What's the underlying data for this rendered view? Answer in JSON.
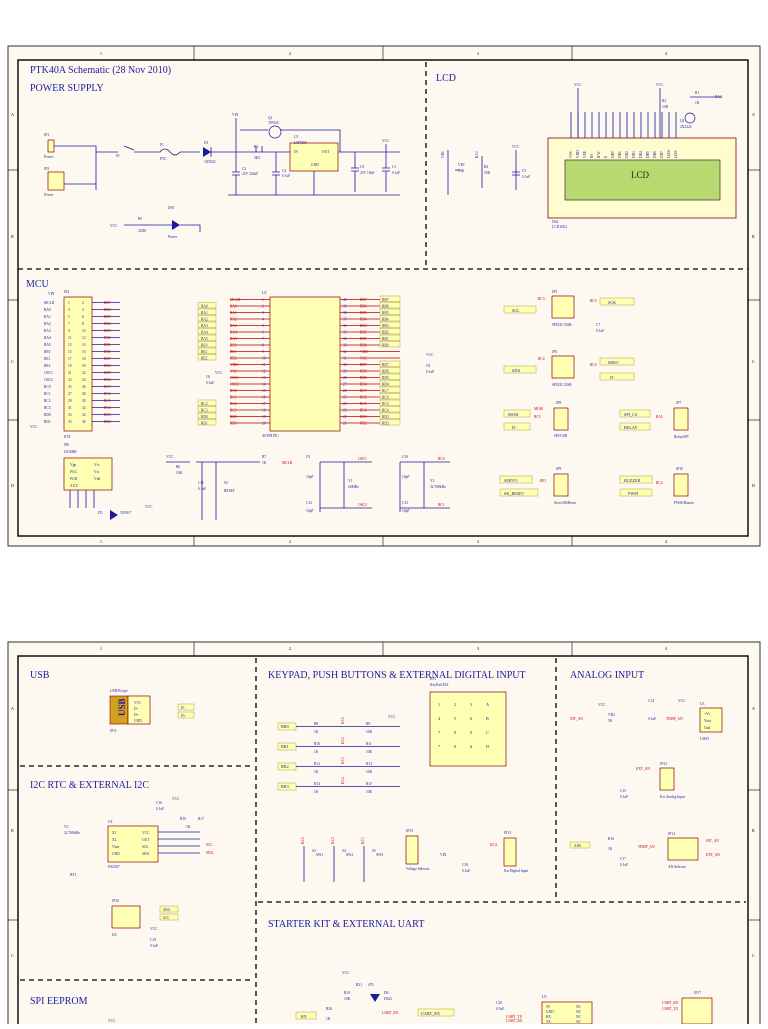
{
  "sheet1": {
    "title": "PTK40A Schematic (28 Nov 2010)",
    "sections": {
      "power_supply": "POWER SUPPLY",
      "lcd": "LCD",
      "mcu": "MCU"
    },
    "power_parts": {
      "jp1": "JP1",
      "jp1_sub": "Power",
      "jp2": "JP2",
      "jp2_sub": "Power",
      "s1": "S1",
      "f1": "F1",
      "f1_sub": "PTC",
      "d1": "D1",
      "d1_sub": "1N5822",
      "q1": "Q1",
      "q1_sub": "TIP42C",
      "r3": "R3",
      "r3_sub": "3K3",
      "u1": "U1",
      "u1_sub": "LM7805",
      "u1_in": "IN",
      "u1_out": "OUT",
      "u1_gnd": "GND",
      "c2": "C2",
      "c2_sub": "25V 220uF",
      "c4": "C4",
      "c4_sub": "0.1uF",
      "c3": "C3",
      "c3_sub": "25V 10uF",
      "c1": "C1",
      "c1_sub": "0.1uF",
      "vin": "VIN",
      "vcc": "VCC",
      "r5": "R5",
      "r5_sub": "220R",
      "ds1": "DS1",
      "ds1_sub": "Power"
    },
    "lcd_parts": {
      "vr1": "VR1",
      "vr1_sub": "10K",
      "ra3": "RA3",
      "r4": "R4",
      "r4_sub": "10K",
      "c5": "C5",
      "c5_sub": "0.1uF",
      "r2": "R2",
      "r2_sub": "10R",
      "r1": "R1",
      "r1_sub": "1K",
      "q2": "Q2",
      "q2_sub": "2N2222",
      "ds2": "DS2",
      "ds2_sub": "LCD16X2",
      "lcd_text": "LCD",
      "pins": [
        "VSS",
        "VDD",
        "VEE",
        "RS",
        "R/W",
        "E",
        "DB0",
        "DB1",
        "DB2",
        "DB3",
        "DB4",
        "DB5",
        "DB6",
        "DB7",
        "LED+",
        "LED-"
      ]
    },
    "mcu_parts": {
      "jp4": "JP4",
      "jp4_sub": "EXT",
      "u2": "U2",
      "u2_sub": "40 PIN PIC",
      "jp6": "JP6",
      "jp6_sub": "LK300B",
      "r6": "R6",
      "r6_sub": "10K",
      "r7": "R7",
      "r7_sub": "1K",
      "c6": "C6",
      "c6_sub": "0.1uF",
      "c11": "C11",
      "c11_sub": "0.1uF",
      "s2": "S2",
      "s2_sub": "RESET",
      "c9": "C9",
      "c9_sub": "10pF",
      "y1": "Y1",
      "y1_sub": "20MHz",
      "c12": "C12",
      "c12_sub": "10pF",
      "c10": "C10",
      "c10_sub": "10pF",
      "y2": "Y2",
      "y2_sub": "32.768kHz",
      "c13": "C13",
      "c13_sub": "10pF",
      "c8": "C8",
      "c8_sub": "0.1uF",
      "d5": "D5",
      "d5_sub": "1N5817",
      "osc1": "OSC1",
      "osc2": "OSC2",
      "rc0": "RC0",
      "rc1": "RC1",
      "mclr": "MCLR",
      "pic_left": [
        "MCLR",
        "RA0",
        "RA1",
        "RA2",
        "RA3",
        "RA4",
        "RA5",
        "RE0",
        "RE1",
        "RE2",
        "VDD",
        "VSS",
        "OSC1",
        "OSC2",
        "RC0",
        "RC1",
        "RC2",
        "RC3",
        "RD0",
        "RD1"
      ],
      "pic_right": [
        "RB7",
        "RB6",
        "RB5",
        "RB4",
        "RB3",
        "RB2",
        "RB1",
        "RB0",
        "VDD",
        "VSS",
        "RD7",
        "RD6",
        "RD5",
        "RD4",
        "RC7",
        "RC6",
        "RC5",
        "RC4",
        "RD3",
        "RD2"
      ],
      "jp4_rows": [
        "MCLR",
        "RA0",
        "RA1",
        "RA2",
        "RA3",
        "RA4",
        "RA5",
        "RE0",
        "RE1",
        "RE2",
        "OSC1",
        "OSC2",
        "RC0",
        "RC1",
        "RC2",
        "RC3",
        "RD0",
        "RD1"
      ],
      "jp4_right": [
        "RB7",
        "RB6",
        "RB5",
        "RB4",
        "RB3",
        "RB2",
        "RB1",
        "RB0",
        "RD7",
        "RD6",
        "RD5",
        "RD4",
        "RC7",
        "RC6",
        "RC5",
        "RC4",
        "RD3",
        "RD2"
      ],
      "lk300b_pins": [
        "Vpp",
        "PGC",
        "PGD",
        "AUX"
      ],
      "lk300b_right": [
        "Vcc",
        "Vss",
        "Vdd"
      ],
      "jp3": "JP3",
      "jp3_sub": "SPI/I2C/USB",
      "sck": "SCK",
      "scl": "SCL",
      "rc3": "RC3",
      "c7": "C7",
      "c7_sub": "0.1uF",
      "jp5": "JP5",
      "jp5_sub": "SPI/I2C/USB",
      "miso": "MISO",
      "sda": "SDA",
      "rc4": "RC4",
      "dminus": "D-",
      "jp8": "JP8",
      "jp8_sub": "SPI/USB",
      "mosi": "MOSI",
      "rc5": "RC5",
      "dm2": "D-",
      "jp7": "JP7",
      "jp7_sub": "Relay/SPI",
      "spi_cs": "SPI_CS",
      "relay": "RELAY",
      "ra5": "RA5",
      "jp9": "JP9",
      "jp9_sub": "Servo/SKReset",
      "servo": "SERVO",
      "sk_reset": "SK_RESET",
      "re1": "RE1",
      "jp10": "JP10",
      "jp10_sub": "PWM/Buzzer",
      "buzzer": "BUZZER",
      "pwm": "PWM",
      "rc2": "RC2"
    }
  },
  "sheet2": {
    "sections": {
      "usb": "USB",
      "i2c": "I2C RTC & EXTERNAL I2C",
      "spi": "SPI EEPROM",
      "keypad": "KEYPAD, PUSH BUTTONS & EXTERNAL DIGITAL INPUT",
      "analog": "ANALOG INPUT",
      "starter": "STARTER KIT & EXTERNAL UART"
    },
    "usb_parts": {
      "type": "USB-B type",
      "jp11": "JP11",
      "usb": "USB",
      "pins": [
        "VCC",
        "D-",
        "D+",
        "GND"
      ],
      "dp": "D+",
      "dm": "D-"
    },
    "i2c_parts": {
      "y3": "Y3",
      "y3_sub": "32.768kHz",
      "u4": "U4",
      "u4_sub": "DS1307",
      "c16": "C16",
      "c16_sub": "0.1uF",
      "r16": "R16",
      "r17": "R17",
      "r_sub": "1K",
      "bt1": "BT1",
      "pins_l": [
        "X1",
        "X2",
        "Vbat",
        "GND"
      ],
      "pins_r": [
        "VCC",
        "OUT",
        "SCL",
        "SDA"
      ],
      "scl": "SCL",
      "sda": "SDA",
      "jp16": "JP16",
      "jp16_sub": "I2C",
      "c19": "C19",
      "c19_sub": "0.1uF"
    },
    "keypad_parts": {
      "kp1": "KP1",
      "kp1_sub": "KeyPad 4X4",
      "keys": [
        "1",
        "2",
        "3",
        "A",
        "4",
        "5",
        "6",
        "B",
        "7",
        "8",
        "9",
        "C",
        "*",
        "0",
        "#",
        "D"
      ],
      "rows": [
        "RB0",
        "RB1",
        "RB2",
        "RB3"
      ],
      "r_left": [
        "R8",
        "R10",
        "R12",
        "R14"
      ],
      "r_right": [
        "R9",
        "R11",
        "R13",
        "R15"
      ],
      "r_left_val": "1K",
      "r_right_val": "10K",
      "kc": [
        "KC1",
        "KC2",
        "KC3",
        "KC4"
      ],
      "sw": [
        "SW1",
        "SW2",
        "SW3"
      ],
      "s3": "S3",
      "s4": "S4",
      "s5": "S5",
      "jp15": "JP15",
      "jp15_sub": "Voltage Selector",
      "c18": "C18",
      "c18_sub": "0.1uF",
      "jp13": "JP13",
      "jp13_sub": "Ext Digital Input",
      "kc4": "KC4"
    },
    "analog_parts": {
      "int_an": "INT_AN",
      "vr2": "VR2",
      "vr2_sub": "5K",
      "c14": "C14",
      "c14_sub": "0.1uF",
      "u3": "U3",
      "u3_sub": "LM35",
      "u3_pins": [
        "+Vs",
        "Vout",
        "Gnd"
      ],
      "temp_an": "TEMP_AN",
      "ext_an": "EXT_AN",
      "jp12": "JP12",
      "jp12_sub": "Ext Analog Input",
      "c15": "C15",
      "c15_sub": "0.1uF",
      "an0": "AN0",
      "r18": "R18",
      "r18_sub": "1K",
      "c17": "C17",
      "c17_sub": "0.1uF",
      "jp14": "JP14",
      "jp14_sub": "AN Selector"
    },
    "starter_parts": {
      "rx": "RX",
      "r20": "R20",
      "r20_sub": "1K",
      "r19": "R19",
      "r19_sub": "10K",
      "r21": "R21",
      "r21_sub": "470",
      "d6": "D6",
      "d6_sub": "D623",
      "uart_rx": "UART_RX",
      "c20": "C20",
      "c20_sub": "0.1uF",
      "u5": "U5",
      "u5_pins": [
        "5V",
        "GND",
        "RX",
        "TX"
      ],
      "u5_nc": [
        "NC",
        "NC",
        "NC",
        "NC"
      ],
      "uart_tx": "UART_TX",
      "jp17": "JP17"
    },
    "eeprom_vcc": "VCC"
  },
  "ruler_cols": [
    "1",
    "2",
    "3",
    "4"
  ],
  "ruler_rows": [
    "A",
    "B",
    "C",
    "D"
  ]
}
